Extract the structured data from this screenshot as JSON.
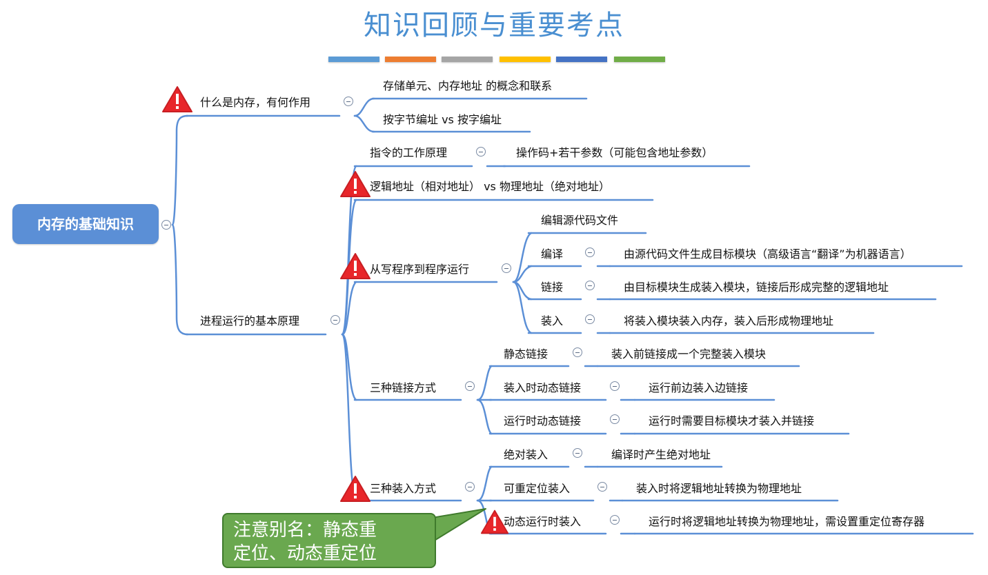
{
  "title": "知识回顾与重要考点",
  "palette": [
    "#5b9bd5",
    "#ed7d31",
    "#a5a5a5",
    "#ffc000",
    "#4472c4",
    "#70ad47"
  ],
  "root": "内存的基础知识",
  "branches": {
    "memory": {
      "label": "什么是内存，有何作用",
      "children": [
        "存储单元、内存地址 的概念和联系",
        "按字节编址 vs 按字编址"
      ]
    },
    "process": {
      "label": "进程运行的基本原理",
      "instruction": {
        "label": "指令的工作原理",
        "detail": "操作码+若干参数（可能包含地址参数）"
      },
      "address": {
        "label": "逻辑地址（相对地址） vs 物理地址（绝对地址）"
      },
      "program": {
        "label": "从写程序到程序运行",
        "edit": "编辑源代码文件",
        "compile": {
          "label": "编译",
          "detail": "由源代码文件生成目标模块（高级语言“翻译”为机器语言）"
        },
        "link": {
          "label": "链接",
          "detail": "由目标模块生成装入模块，链接后形成完整的逻辑地址"
        },
        "load": {
          "label": "装入",
          "detail": "将装入模块装入内存，装入后形成物理地址"
        }
      },
      "linking": {
        "label": "三种链接方式",
        "static": {
          "label": "静态链接",
          "detail": "装入前链接成一个完整装入模块"
        },
        "loadtime": {
          "label": "装入时动态链接",
          "detail": "运行前边装入边链接"
        },
        "runtime": {
          "label": "运行时动态链接",
          "detail": "运行时需要目标模块才装入并链接"
        }
      },
      "loading": {
        "label": "三种装入方式",
        "absolute": {
          "label": "绝对装入",
          "detail": "编译时产生绝对地址"
        },
        "relocatable": {
          "label": "可重定位装入",
          "detail": "装入时将逻辑地址转换为物理地址"
        },
        "dynamic": {
          "label": "动态运行时装入",
          "detail": "运行时将逻辑地址转换为物理地址，需设置重定位寄存器"
        }
      }
    }
  },
  "note": {
    "line1": "注意别名：静态重",
    "line2": "定位、动态重定位"
  },
  "colors": {
    "wire": "#5b8fd6",
    "warning": "#e8262a",
    "note": "#6aa84f",
    "title": "#4a8fd1"
  },
  "icons": {
    "warning": "warning-icon",
    "toggle": "collapse-toggle-icon"
  }
}
